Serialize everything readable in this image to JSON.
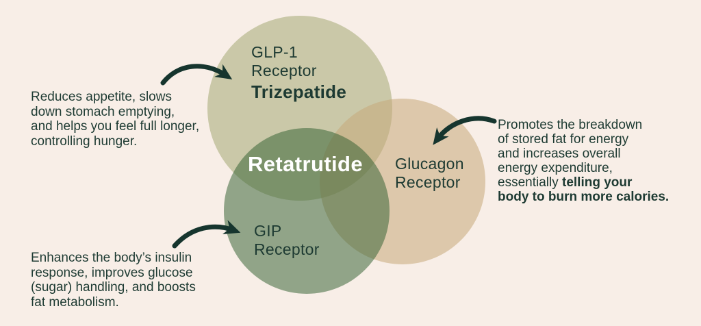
{
  "title": "Retatrutide triple receptor venn diagram",
  "colors": {
    "background": "#f8eee7",
    "text_dark": "#1d3a32",
    "arrow": "#16352e",
    "circle_glp1_visible": "#c9c8a8",
    "circle_glucagon_visible": "#dcc8ab",
    "circle_gip_visible": "#8ba083",
    "center_label_color": "#ffffff"
  },
  "venn": {
    "top_circle": {
      "receptor": "GLP-1\nReceptor",
      "drug": "Trizepatide"
    },
    "right_circle": {
      "receptor": "Glucagon\nReceptor"
    },
    "bottom_circle": {
      "receptor": "GIP\nReceptor"
    },
    "center": {
      "drug": "Retatrutide"
    }
  },
  "annotations": {
    "glp1": {
      "text": "Reduces appetite, slows\ndown stomach emptying,\nand helps you feel full longer,\ncontrolling hunger."
    },
    "glucagon": {
      "text_regular": "Promotes the breakdown\nof stored fat for energy\nand increases overall\nenergy expenditure,\nessentially ",
      "text_bold": "telling your\nbody to burn more calories."
    },
    "gip": {
      "text": "Enhances the body’s insulin\nresponse, improves glucose\n(sugar) handling, and boosts\nfat metabolism."
    }
  }
}
